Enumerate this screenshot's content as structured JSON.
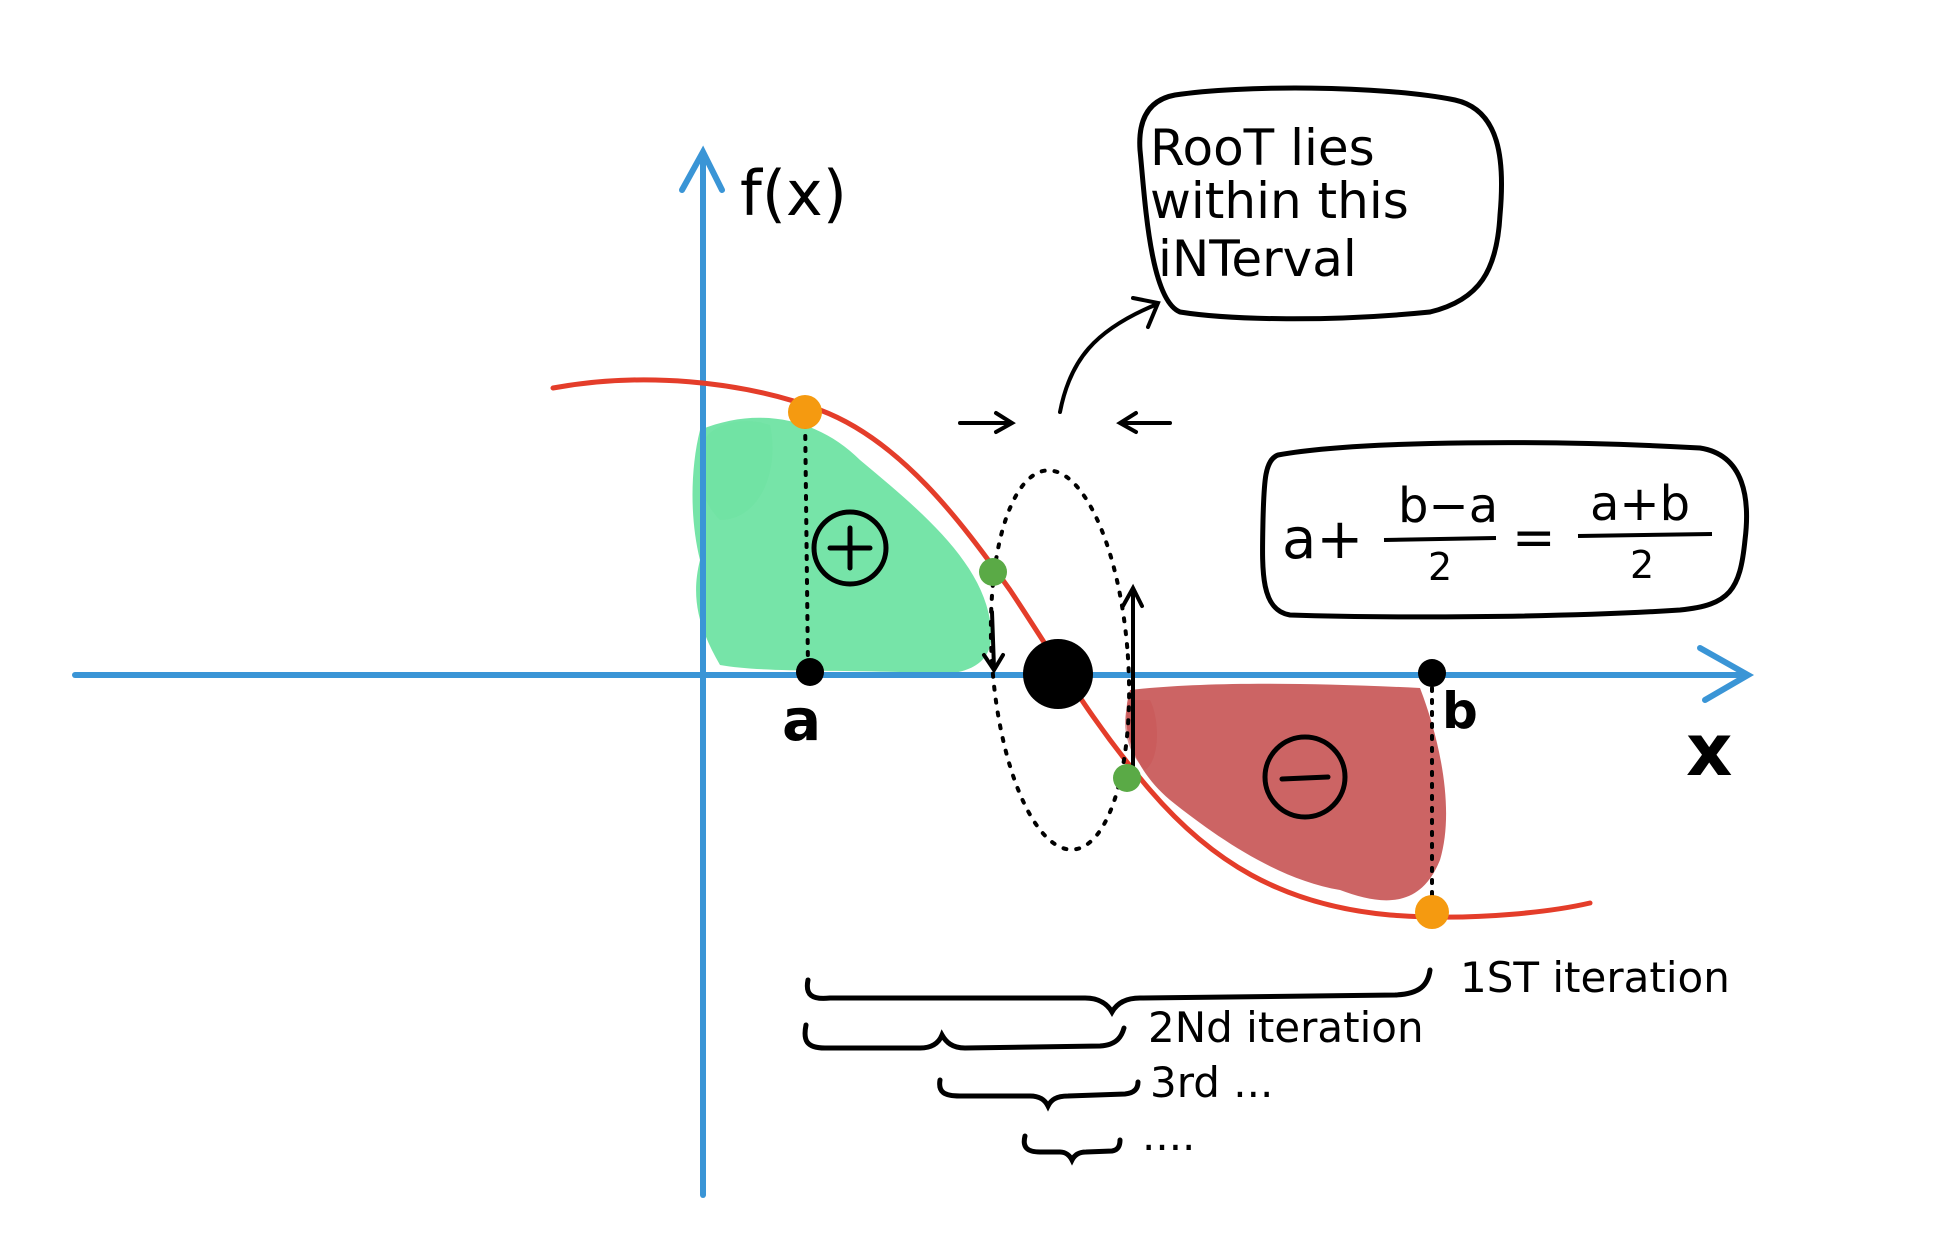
{
  "axes": {
    "y_label": "f(x)",
    "x_label": "x",
    "axis_color": "#3a95d6"
  },
  "curve": {
    "color": "#e43d2a"
  },
  "regions": {
    "positive": {
      "sign": "+",
      "color": "#6fe3a3"
    },
    "negative": {
      "sign": "−",
      "color": "#c85757"
    }
  },
  "points": {
    "a_label": "a",
    "b_label": "b",
    "endpoint_color": "#f59a10",
    "midpoint_color": "#5aaa46",
    "root_color": "#000000"
  },
  "callout": {
    "line1": "RooT lies",
    "line2": "within this",
    "line3": "iNTerval"
  },
  "formula": {
    "lead": "a+",
    "frac1_num": "b−a",
    "frac1_den": "2",
    "equals": "=",
    "frac2_num": "a+b",
    "frac2_den": "2"
  },
  "iterations": [
    {
      "label": "1ST iteration"
    },
    {
      "label": "2Nd iteration"
    },
    {
      "label": "3rd ..."
    },
    {
      "label": "...."
    }
  ]
}
